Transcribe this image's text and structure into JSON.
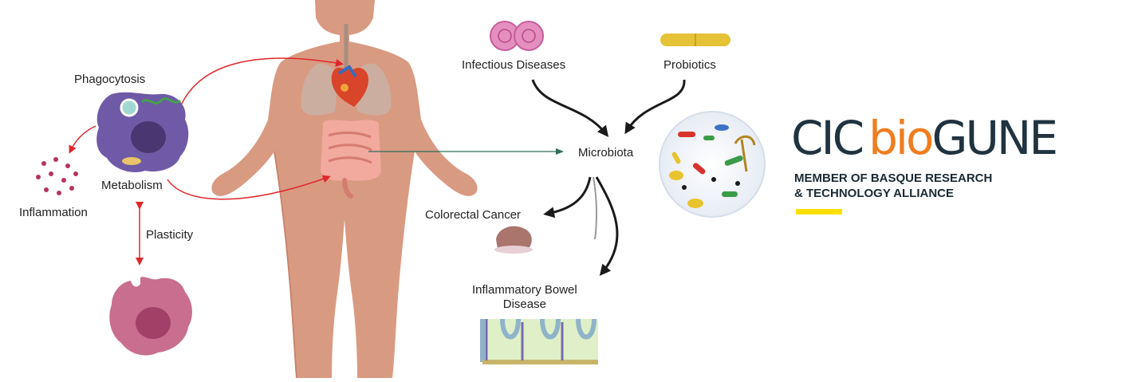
{
  "labels": {
    "phagocytosis": "Phagocytosis",
    "metabolism": "Metabolism",
    "inflammation": "Inflammation",
    "plasticity": "Plasticity",
    "infectious_diseases": "Infectious Diseases",
    "probiotics": "Probiotics",
    "microbiota": "Microbiota",
    "colorectal_cancer": "Colorectal Cancer",
    "ibd_line1": "Inflammatory Bowel",
    "ibd_line2": "Disease"
  },
  "logo": {
    "part1": "CIC",
    "part2": "bio",
    "part3": "GUNE",
    "tagline_line1": "MEMBER OF BASQUE RESEARCH",
    "tagline_line2": "& TECHNOLOGY ALLIANCE"
  },
  "colors": {
    "logo_dark": "#1f3340",
    "logo_orange": "#ef7d1f",
    "logo_bar": "#ffdf00",
    "red_arrow": "#e0262a",
    "green_arrow": "#2f6d5a",
    "skin": "#d99a82",
    "macrophage": "#6e5aa6",
    "cell_pink": "#c96e8e"
  }
}
